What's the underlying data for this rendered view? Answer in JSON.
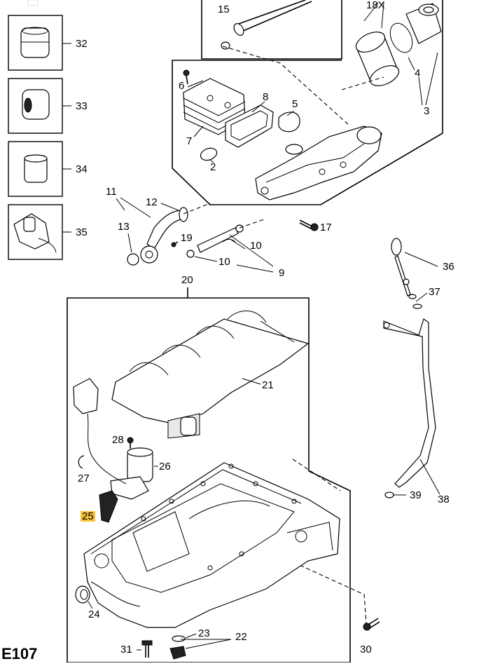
{
  "diagram": {
    "code": "E107",
    "watermark": "",
    "callouts": [
      {
        "id": "n15",
        "text": "15"
      },
      {
        "id": "n18x",
        "text": "18X"
      },
      {
        "id": "n32",
        "text": "32"
      },
      {
        "id": "n33",
        "text": "33"
      },
      {
        "id": "n34",
        "text": "34"
      },
      {
        "id": "n35",
        "text": "35"
      },
      {
        "id": "n6",
        "text": "6"
      },
      {
        "id": "n8",
        "text": "8"
      },
      {
        "id": "n5",
        "text": "5"
      },
      {
        "id": "n7",
        "text": "7"
      },
      {
        "id": "n2",
        "text": "2"
      },
      {
        "id": "n4",
        "text": "4"
      },
      {
        "id": "n3",
        "text": "3"
      },
      {
        "id": "n11",
        "text": "11"
      },
      {
        "id": "n12",
        "text": "12"
      },
      {
        "id": "n13",
        "text": "13"
      },
      {
        "id": "n19",
        "text": "19"
      },
      {
        "id": "n17",
        "text": "17"
      },
      {
        "id": "n10a",
        "text": "10"
      },
      {
        "id": "n10b",
        "text": "10"
      },
      {
        "id": "n9",
        "text": "9"
      },
      {
        "id": "n36",
        "text": "36"
      },
      {
        "id": "n37",
        "text": "37"
      },
      {
        "id": "n20",
        "text": "20"
      },
      {
        "id": "n21",
        "text": "21"
      },
      {
        "id": "n28",
        "text": "28"
      },
      {
        "id": "n26",
        "text": "26"
      },
      {
        "id": "n27",
        "text": "27"
      },
      {
        "id": "n25",
        "text": "25",
        "highlight": true
      },
      {
        "id": "n24",
        "text": "24"
      },
      {
        "id": "n23",
        "text": "23"
      },
      {
        "id": "n22",
        "text": "22"
      },
      {
        "id": "n31",
        "text": "31"
      },
      {
        "id": "n30",
        "text": "30"
      },
      {
        "id": "n39",
        "text": "39"
      },
      {
        "id": "n38",
        "text": "38"
      }
    ],
    "highlight_color": "#f6c23b"
  }
}
